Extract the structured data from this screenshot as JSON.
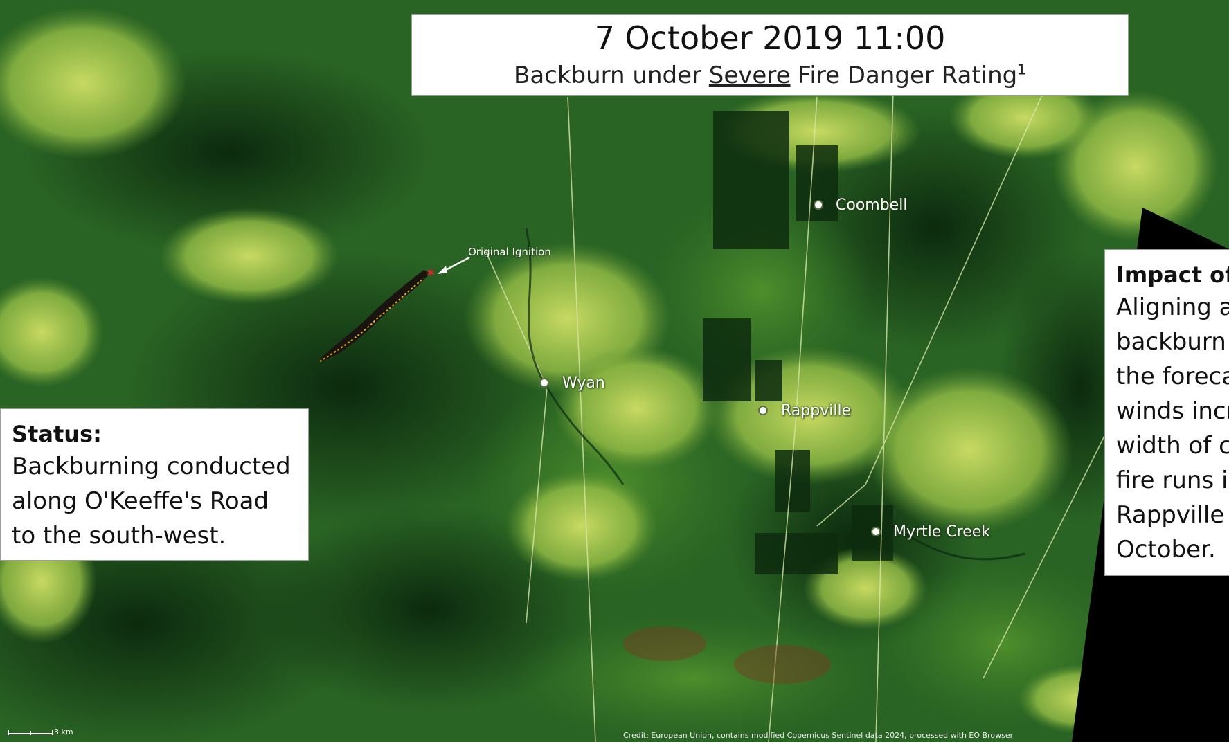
{
  "title": {
    "main": "7 October 2019 11:00",
    "sub_prefix": "Backburn under ",
    "sub_emphasis": "Severe",
    "sub_suffix": " Fire Danger Rating",
    "sub_footnote": "1"
  },
  "status": {
    "heading": "Status:",
    "lines": [
      "Backburning conducted",
      "along O'Keeffe's Road",
      "to the south-west."
    ]
  },
  "impact": {
    "heading": "Impact of",
    "lines": [
      "Aligning a",
      "backburn",
      "the foreca",
      "winds incr",
      "width of c",
      "fire runs i",
      "Rappville",
      "October."
    ]
  },
  "places": {
    "coombell": "Coombell",
    "wyan": "Wyan",
    "rappville": "Rappville",
    "myrtle_creek": "Myrtle Creek"
  },
  "ignition": {
    "label": "Original Ignition"
  },
  "scale": {
    "label": "3 km"
  },
  "credit": "Credit: European Union, contains modified Copernicus Sentinel data 2024, processed with EO Browser",
  "colors": {
    "dark_forest": "#0f3a14",
    "forest": "#1f5a1c",
    "cleared_land": "#a8c94c",
    "burn_scar": "#1a1410",
    "ignition_marker": "#e0262a"
  }
}
